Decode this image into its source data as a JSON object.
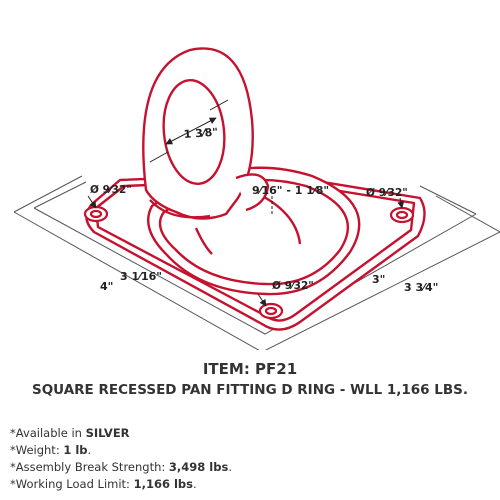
{
  "colors": {
    "outline": "#c4122f",
    "dimension": "#222222",
    "text": "#333333"
  },
  "dimensions": {
    "ring_width": "1 3⁄8\"",
    "ring_offset": "9⁄16\" - 1 1⁄8\"",
    "hole_top_left": "Ø 9⁄32\"",
    "hole_top_right": "Ø 9⁄32\"",
    "hole_bottom": "Ø 9⁄32\"",
    "hole_spacing_left": "3 1⁄16\"",
    "plate_width_left": "4\"",
    "hole_spacing_right": "3\"",
    "plate_width_right": "3 3⁄4\""
  },
  "caption": {
    "item": "ITEM: PF21",
    "description": "SQUARE RECESSED PAN FITTING D RING - WLL 1,166 LBS."
  },
  "specs": [
    {
      "label": "*Available in ",
      "value": "SILVER",
      "suffix": ""
    },
    {
      "label": "*Weight: ",
      "value": "1 lb",
      "suffix": "."
    },
    {
      "label": "*Assembly Break Strength: ",
      "value": "3,498 lbs",
      "suffix": "."
    },
    {
      "label": "*Working Load Limit: ",
      "value": "1,166 lbs",
      "suffix": "."
    }
  ]
}
